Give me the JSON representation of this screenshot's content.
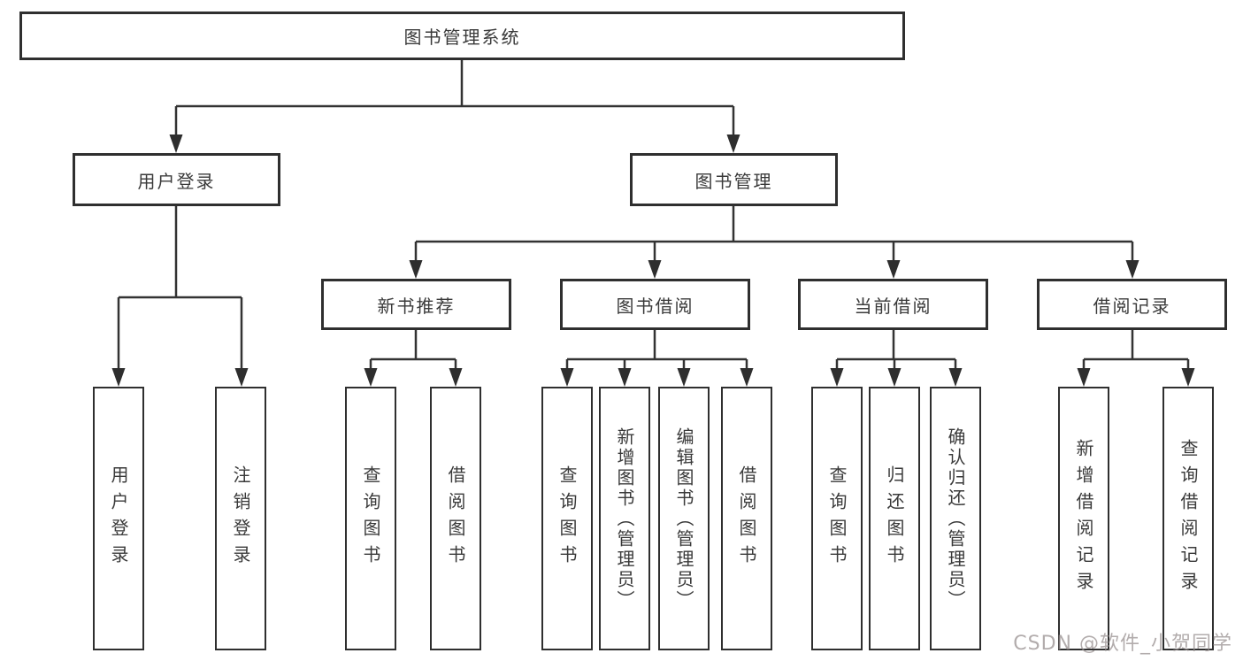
{
  "diagram_title": "图书管理系统",
  "nodes": {
    "root": "图书管理系统",
    "level2": [
      "用户登录",
      "图书管理"
    ],
    "level3": [
      "新书推荐",
      "图书借阅",
      "当前借阅",
      "借阅记录"
    ],
    "leaves": {
      "login": [
        "用户登录",
        "注销登录"
      ],
      "newbook": [
        "查询图书",
        "借阅图书"
      ],
      "borrow": [
        "查询图书",
        "新增图书（管理员）",
        "编辑图书（管理员）",
        "借阅图书"
      ],
      "current": [
        "查询图书",
        "归还图书",
        "确认归还（管理员）"
      ],
      "records": [
        "新增借阅记录",
        "查询借阅记录"
      ]
    }
  },
  "hierarchy": {
    "图书管理系统": {
      "用户登录": [
        "用户登录",
        "注销登录"
      ],
      "图书管理": {
        "新书推荐": [
          "查询图书",
          "借阅图书"
        ],
        "图书借阅": [
          "查询图书",
          "新增图书（管理员）",
          "编辑图书（管理员）",
          "借阅图书"
        ],
        "当前借阅": [
          "查询图书",
          "归还图书",
          "确认归还（管理员）"
        ],
        "借阅记录": [
          "新增借阅记录",
          "查询借阅记录"
        ]
      }
    }
  },
  "watermark": {
    "text": "CSDN @软件_小贺同学"
  },
  "colors": {
    "line": "#333333",
    "box_border": "#2f2f2f",
    "text": "#3a3a3a",
    "background": "#ffffff",
    "watermark": "#948c8c"
  }
}
